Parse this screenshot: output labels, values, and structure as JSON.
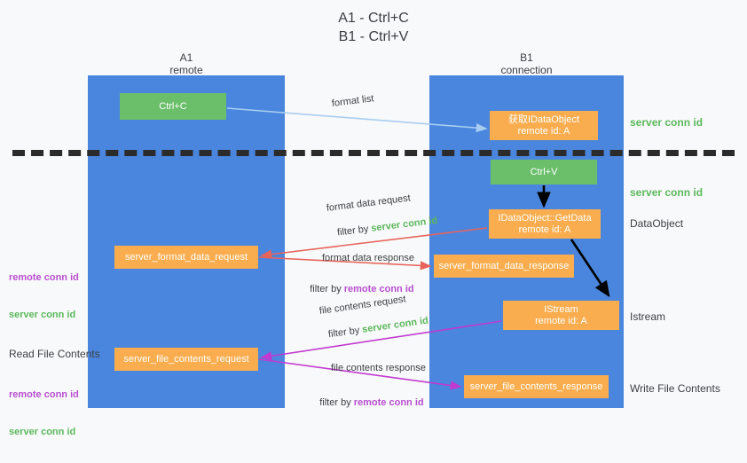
{
  "title": "A1 - Ctrl+C\nB1 - Ctrl+V",
  "colors": {
    "lane_blue": "#4a86dd",
    "node_green": "#6bbf6b",
    "node_orange": "#f9ad4e",
    "server_conn_green": "#5bb85b",
    "remote_conn_purple": "#b84fd0",
    "arrow_lightblue": "#a8cdf0",
    "arrow_red": "#e8635a",
    "arrow_magenta": "#c23ad0",
    "arrow_black": "#000000",
    "background": "#f8f9fa"
  },
  "columns": {
    "a": {
      "name": "A1",
      "role": "remote",
      "header": "A1\nremote"
    },
    "b": {
      "name": "B1",
      "role": "connection",
      "header": "B1\nconnection"
    }
  },
  "nodes": {
    "ctrl_c": "Ctrl+C",
    "get_dataobject": "获取IDataObject\nremote id: A",
    "ctrl_v": "Ctrl+V",
    "idataobject_getdata": "IDataObject::GetData\nremote id: A",
    "server_format_data_request": "server_format_data_request",
    "server_format_data_response": "server_format_data_response",
    "istream": "IStream\nremote id: A",
    "server_file_contents_request": "server_file_contents_request",
    "server_file_contents_response": "server_file_contents_response"
  },
  "edges": {
    "format_list": "format list",
    "format_data_request": "format data request",
    "format_data_request_filter_prefix": "filter by ",
    "format_data_request_filter_value": "server conn id",
    "format_data_response": "format data response",
    "format_data_response_filter_prefix": "filter by ",
    "format_data_response_filter_value": "remote conn id",
    "file_contents_request": "file contents request",
    "file_contents_request_filter_prefix": "filter by ",
    "file_contents_request_filter_value": "server conn id",
    "file_contents_response": "file contents response",
    "file_contents_response_filter_prefix": "filter by ",
    "file_contents_response_filter_value": "remote conn id"
  },
  "side_notes": {
    "server_conn_id_top": "server conn id",
    "server_conn_id_mid": "server conn id",
    "dataobject": "DataObject",
    "istream": "Istream",
    "write_file_contents": "Write File Contents"
  },
  "left_notes": {
    "remote_conn_id_1": "remote conn id",
    "server_conn_id_1": "server conn id",
    "read_file_contents": "Read File Contents",
    "remote_conn_id_2": "remote conn id",
    "server_conn_id_2": "server conn id"
  }
}
